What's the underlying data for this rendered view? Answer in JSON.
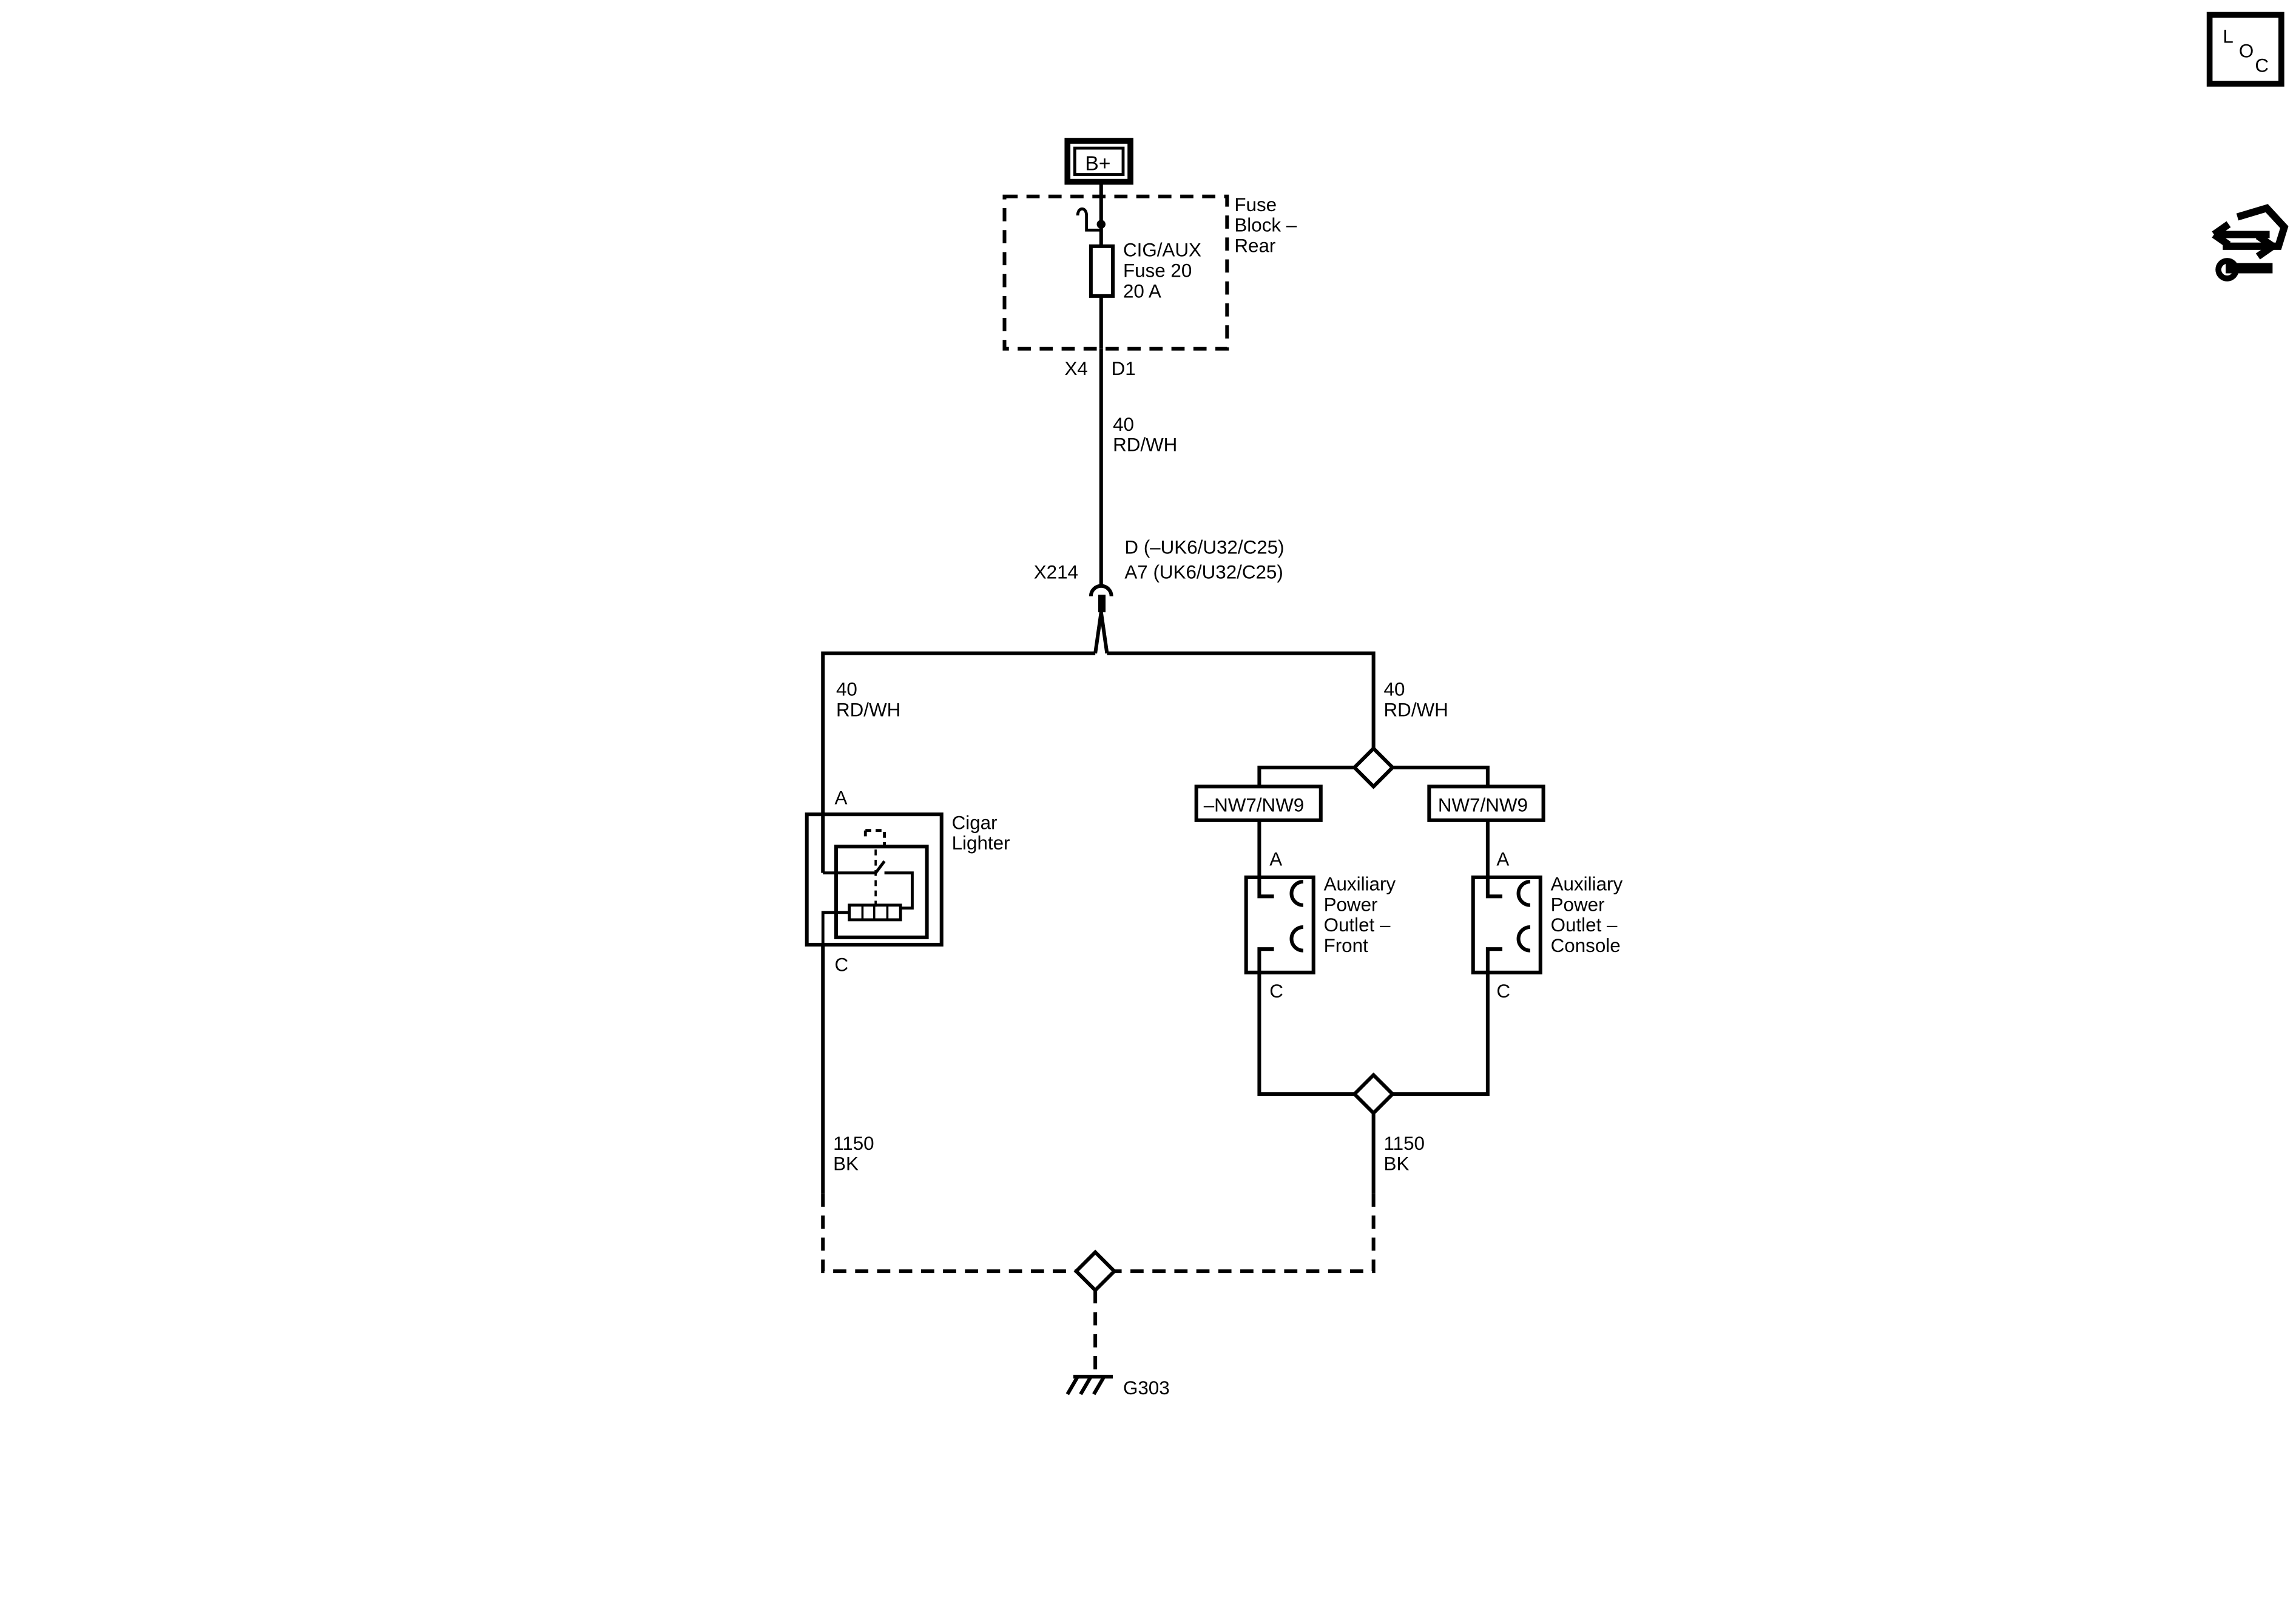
{
  "icons": {
    "loc": {
      "label_l": "L",
      "label_o": "O",
      "label_c": "C",
      "name": "loc-icon"
    },
    "diag": {
      "name": "diagnostic-tools-icon"
    }
  },
  "power": {
    "label": "B+"
  },
  "fuse_block": {
    "name_line1": "Fuse",
    "name_line2": "Block –",
    "name_line3": "Rear",
    "fuse_line1": "CIG/AUX",
    "fuse_line2": "Fuse 20",
    "fuse_line3": "20 A",
    "conn_x4": "X4",
    "conn_d1": "D1"
  },
  "wire_top": {
    "gauge": "40",
    "color": "RD/WH"
  },
  "x214": {
    "label": "X214",
    "pin_line1": "D (–UK6/U32/C25)",
    "pin_line2": "A7 (UK6/U32/C25)"
  },
  "wire_left": {
    "gauge": "40",
    "color": "RD/WH"
  },
  "wire_right": {
    "gauge": "40",
    "color": "RD/WH"
  },
  "cigar": {
    "pin_a": "A",
    "pin_c": "C",
    "name_line1": "Cigar",
    "name_line2": "Lighter"
  },
  "option_left": "–NW7/NW9",
  "option_right": "NW7/NW9",
  "apo_front": {
    "pin_a": "A",
    "pin_c": "C",
    "name_line1": "Auxiliary",
    "name_line2": "Power",
    "name_line3": "Outlet –",
    "name_line4": "Front"
  },
  "apo_console": {
    "pin_a": "A",
    "pin_c": "C",
    "name_line1": "Auxiliary",
    "name_line2": "Power",
    "name_line3": "Outlet –",
    "name_line4": "Console"
  },
  "ground_left": {
    "gauge": "1150",
    "color": "BK"
  },
  "ground_right": {
    "gauge": "1150",
    "color": "BK"
  },
  "ground": {
    "label": "G303"
  }
}
